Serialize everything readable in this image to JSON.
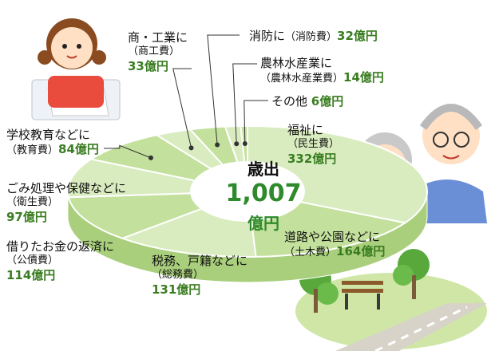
{
  "chart_data": {
    "type": "pie",
    "center_title": "歳出",
    "total": {
      "number": "1,007",
      "unit": "億円",
      "value": 1007
    },
    "slices": [
      {
        "key": "minsei",
        "line1": "福祉に",
        "line2": "（民生費）",
        "amount_label": "332億円",
        "value": 332
      },
      {
        "key": "doboku",
        "line1": "道路や公園などに",
        "line2": "（土木費）",
        "amount_label": "164億円",
        "value": 164
      },
      {
        "key": "somu",
        "line1": "税務、戸籍などに",
        "line2": "（総務費）",
        "amount_label": "131億円",
        "value": 131
      },
      {
        "key": "kousai",
        "line1": "借りたお金の返済に",
        "line2": "（公債費）",
        "amount_label": "114億円",
        "value": 114
      },
      {
        "key": "eisei",
        "line1": "ごみ処理や保健などに",
        "line2": "（衛生費）",
        "amount_label": "97億円",
        "value": 97
      },
      {
        "key": "kyoiku",
        "line1": "学校教育などに",
        "line2": "（教育費）",
        "amount_label": "84億円",
        "value": 84
      },
      {
        "key": "shoko",
        "line1": "商・工業に",
        "line2": "（商工費）",
        "amount_label": "33億円",
        "value": 33
      },
      {
        "key": "shobo",
        "line1": "消防に",
        "line2": "（消防費）",
        "amount_label": "32億円",
        "value": 32
      },
      {
        "key": "norin",
        "line1": "農林水産業に",
        "line2": "（農林水産業費）",
        "amount_label": "14億円",
        "value": 14
      },
      {
        "key": "sonota",
        "line1": "その他",
        "line2": "",
        "amount_label": "6億円",
        "value": 6
      }
    ],
    "colors": {
      "slice_light": "#d9ecbf",
      "slice_mid": "#c3e09c",
      "side": "#a9cf7c",
      "edge": "#ffffff",
      "leader": "#333333",
      "amount_text": "#3a7d21"
    }
  }
}
